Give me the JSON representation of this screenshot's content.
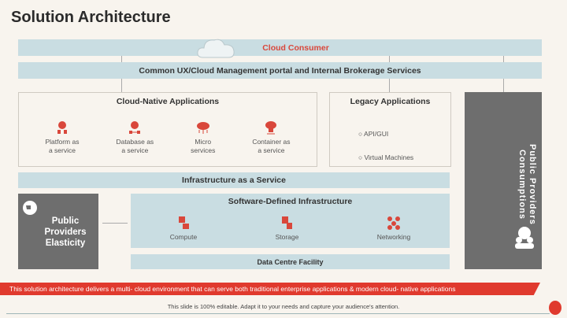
{
  "title": "Solution Architecture",
  "cloud_consumer": "Cloud Consumer",
  "portal": "Common UX/Cloud Management portal and Internal Brokerage Services",
  "cloud_native": {
    "title": "Cloud-Native Applications",
    "items": [
      {
        "l1": "Platform as",
        "l2": "a service"
      },
      {
        "l1": "Database as",
        "l2": "a service"
      },
      {
        "l1": "Micro",
        "l2": "services"
      },
      {
        "l1": "Container as",
        "l2": "a service"
      }
    ]
  },
  "legacy": {
    "title": "Legacy Applications",
    "items": [
      "API/GUI",
      "Virtual Machines"
    ]
  },
  "consumptions": "Public Providers Consumptions",
  "iaas": "Infrastructure as a Service",
  "elasticity": {
    "l1": "Public",
    "l2": "Providers",
    "l3": "Elasticity"
  },
  "sdi": {
    "title": "Software-Defined Infrastructure",
    "items": [
      "Compute",
      "Storage",
      "Networking"
    ]
  },
  "datacentre": "Data Centre Facility",
  "banner": "This solution architecture delivers a multi- cloud environment that can serve  both traditional enterprise applications  & modern cloud- native applications",
  "footer": "This slide is 100% editable. Adapt it to your needs and capture your audience's attention.",
  "colors": {
    "accent": "#e03a2e",
    "bar": "#c9dde2",
    "gray": "#6e6e6e"
  }
}
